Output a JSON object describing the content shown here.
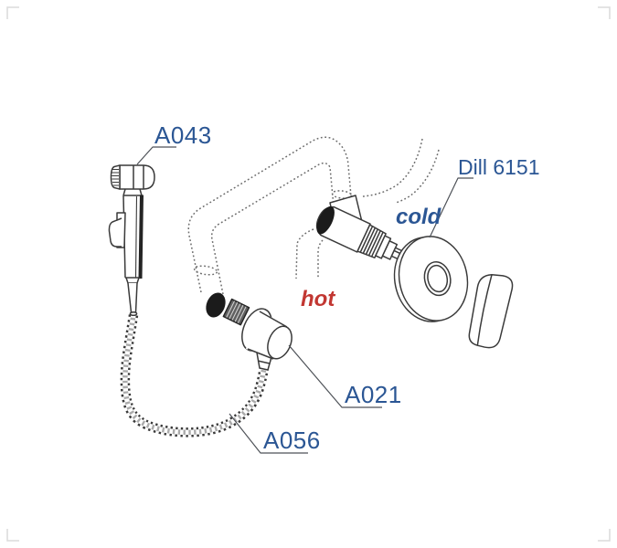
{
  "canvas": {
    "width": "675",
    "height": "600",
    "background": "#ffffff"
  },
  "colors": {
    "label_blue": "#2B5694",
    "hot_red": "#C23732",
    "line": "#3A3A3A",
    "dotted_line": "#6B6B6B",
    "solid_black": "#1B1B1B",
    "leader": "#4E5258",
    "corner_mark": "#DCDCDC"
  },
  "labels": {
    "sprayer": "A043",
    "mixer": "Dill 6151",
    "cold": "cold",
    "hot": "hot",
    "outlet": "A021",
    "hose": "A056"
  }
}
